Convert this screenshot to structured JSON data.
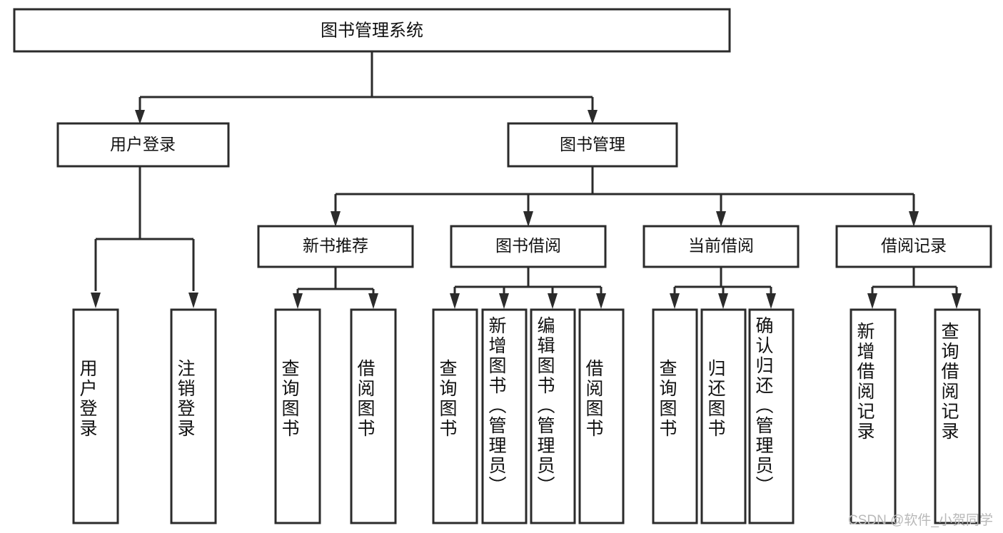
{
  "diagram": {
    "title": "图书管理系统",
    "type": "tree-hierarchy",
    "root": {
      "label": "图书管理系统"
    },
    "level2": [
      {
        "label": "用户登录"
      },
      {
        "label": "图书管理"
      }
    ],
    "level3": [
      {
        "label": "新书推荐"
      },
      {
        "label": "图书借阅"
      },
      {
        "label": "当前借阅"
      },
      {
        "label": "借阅记录"
      }
    ],
    "leaves": {
      "user_login": [
        {
          "label": "用户登录"
        },
        {
          "label": "注销登录"
        }
      ],
      "new_book_recommend": [
        {
          "label": "查询图书"
        },
        {
          "label": "借阅图书"
        }
      ],
      "book_borrow": [
        {
          "label": "查询图书"
        },
        {
          "label": "新增图书（管理员）"
        },
        {
          "label": "编辑图书（管理员）"
        },
        {
          "label": "借阅图书"
        }
      ],
      "current_borrow": [
        {
          "label": "查询图书"
        },
        {
          "label": "归还图书"
        },
        {
          "label": "确认归还（管理员）"
        }
      ],
      "borrow_record": [
        {
          "label": "新增借阅记录"
        },
        {
          "label": "查询借阅记录"
        }
      ]
    }
  },
  "watermark": {
    "text": "CSDN @软件_小贺同学"
  },
  "colors": {
    "stroke": "#2b2b2b",
    "fill": "#ffffff",
    "text": "#111111",
    "watermark": "#b9b9b9"
  }
}
